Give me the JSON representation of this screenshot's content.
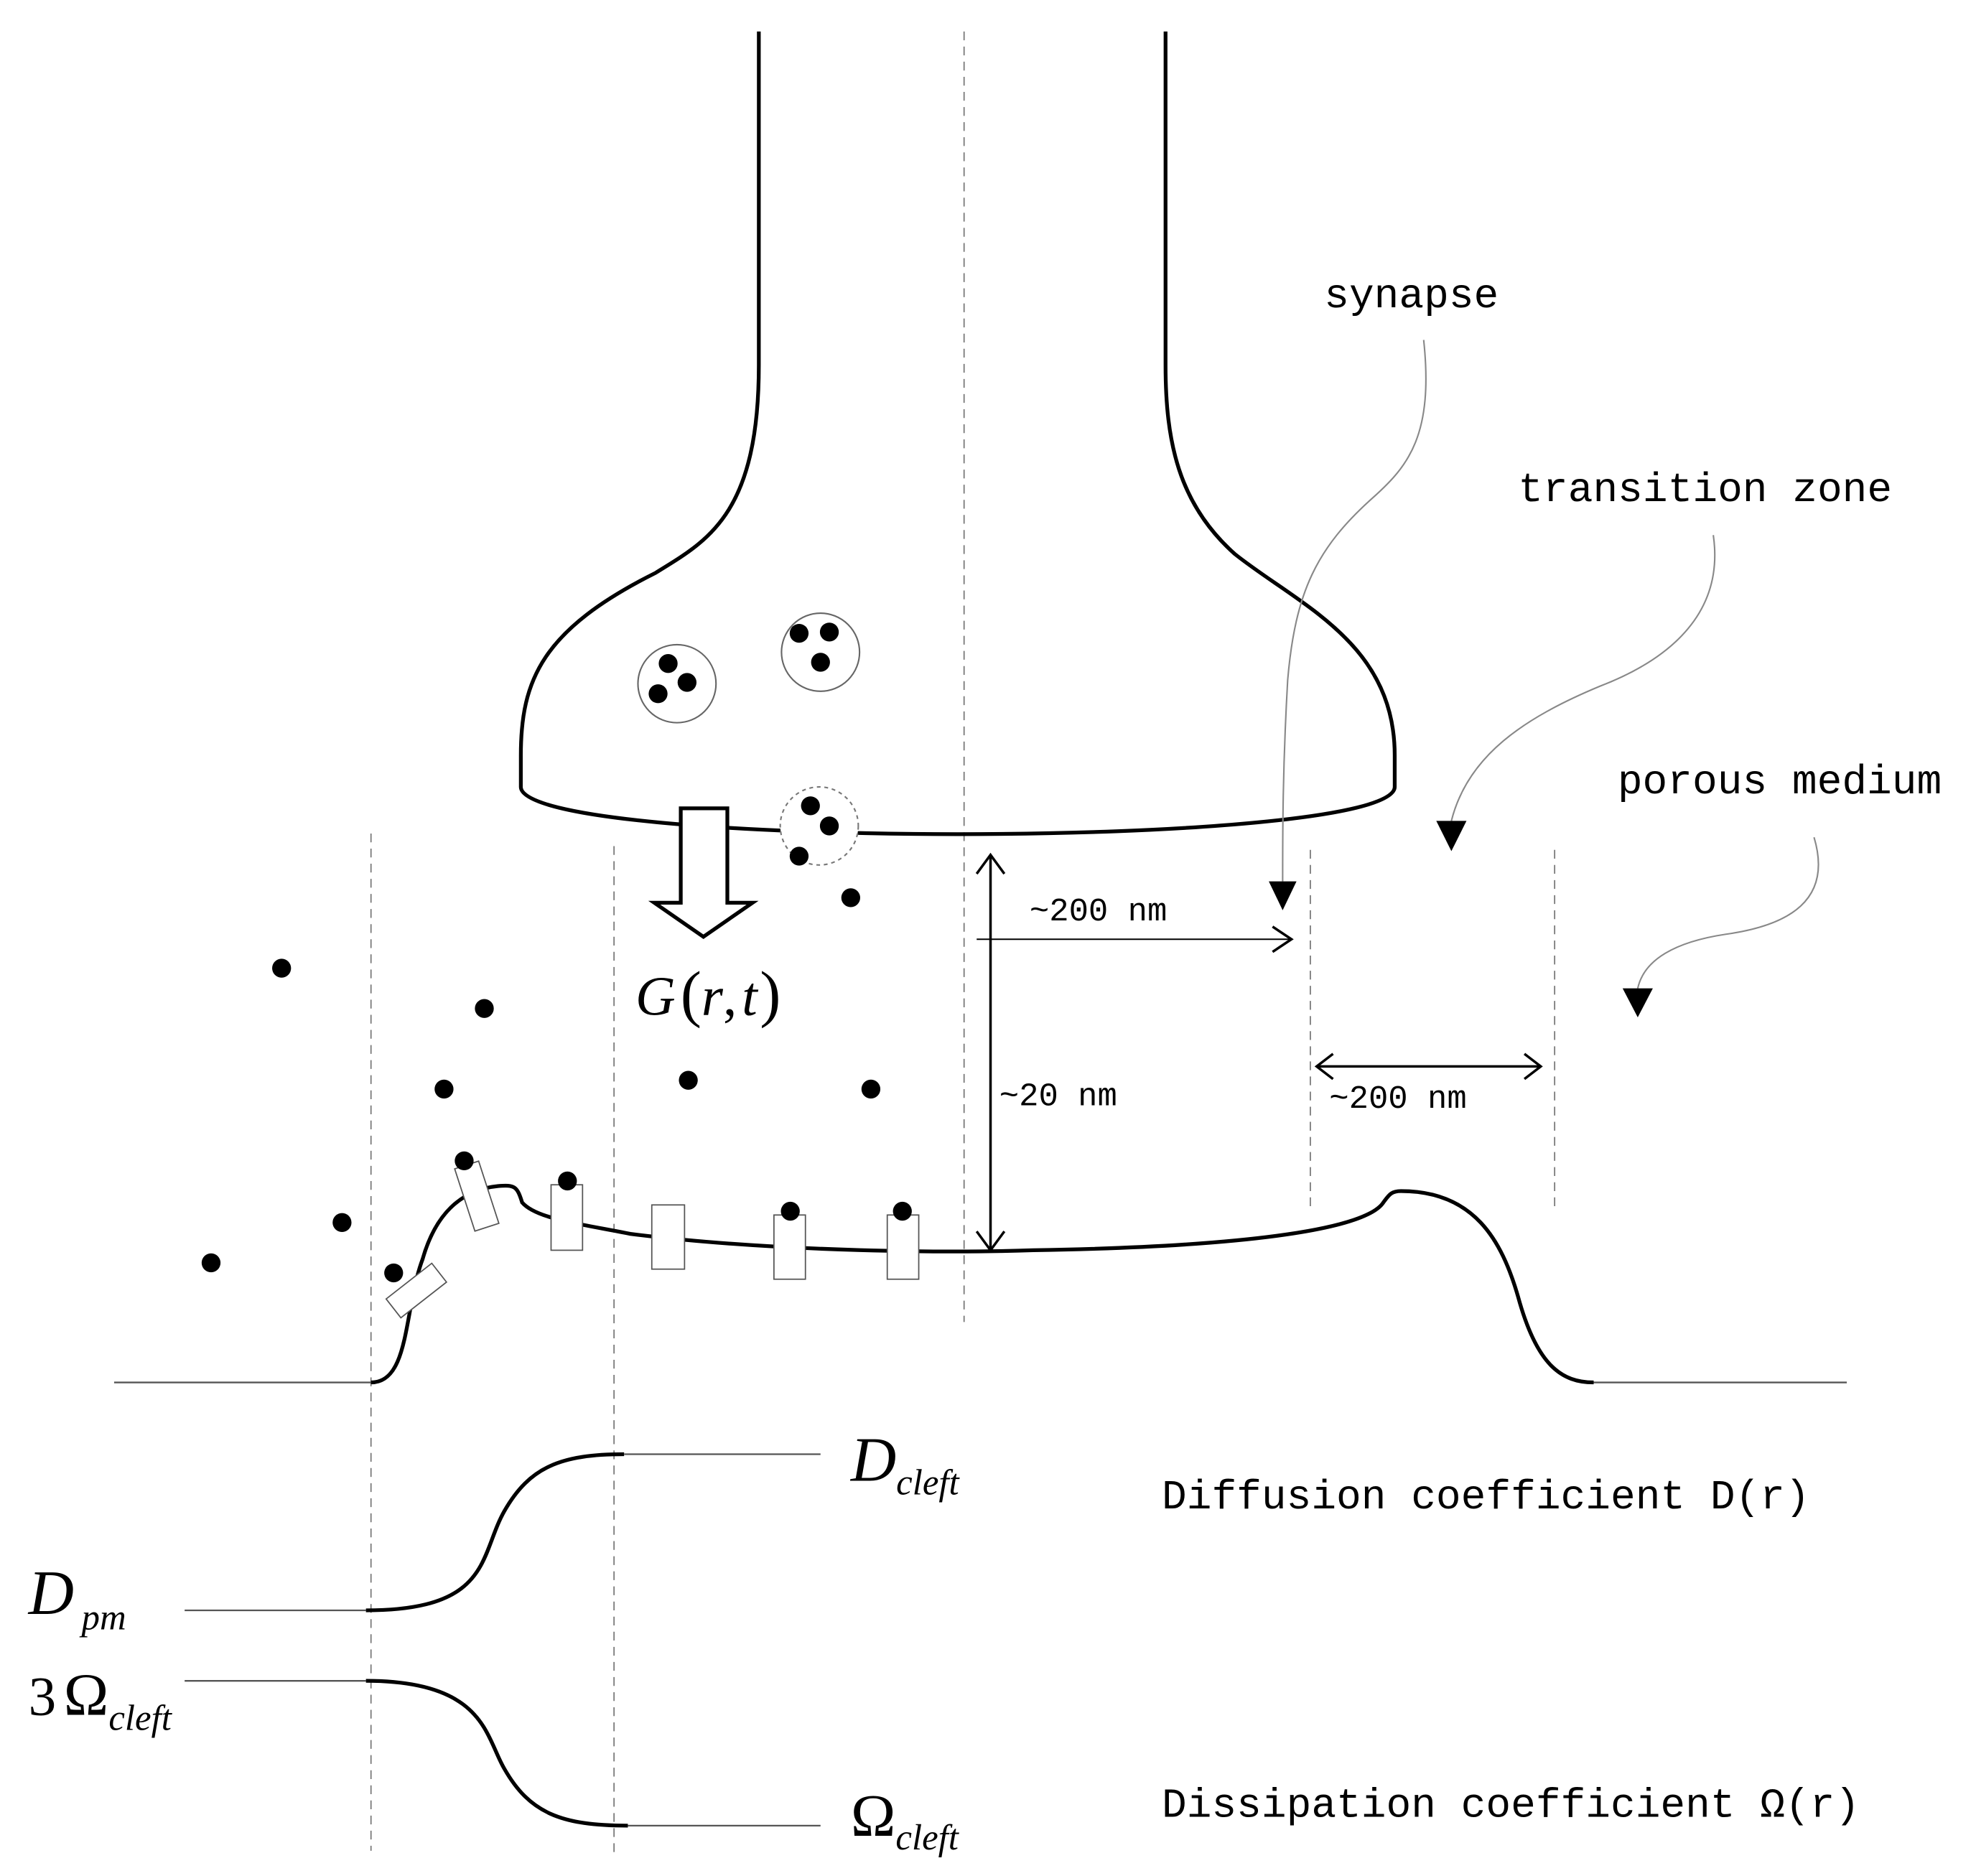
{
  "labels": {
    "synapse": "synapse",
    "transition_zone": "transition zone",
    "porous_medium": "porous medium",
    "dist_horizontal": "~200 nm",
    "dist_cleft": "~20 nm",
    "dist_transition": "~200 nm",
    "diffusion_caption": "Diffusion coefficient D(r)",
    "dissipation_caption": "Dissipation coefficient Ω(r)"
  },
  "source_term": {
    "G": "G",
    "open": "(",
    "r": "r",
    "comma": ",",
    "t": "t",
    "close": ")"
  },
  "symbols": {
    "D": "D",
    "cleft_sub": "cleft",
    "pm_sub": "pm",
    "omega": "Ω",
    "three": "3"
  }
}
